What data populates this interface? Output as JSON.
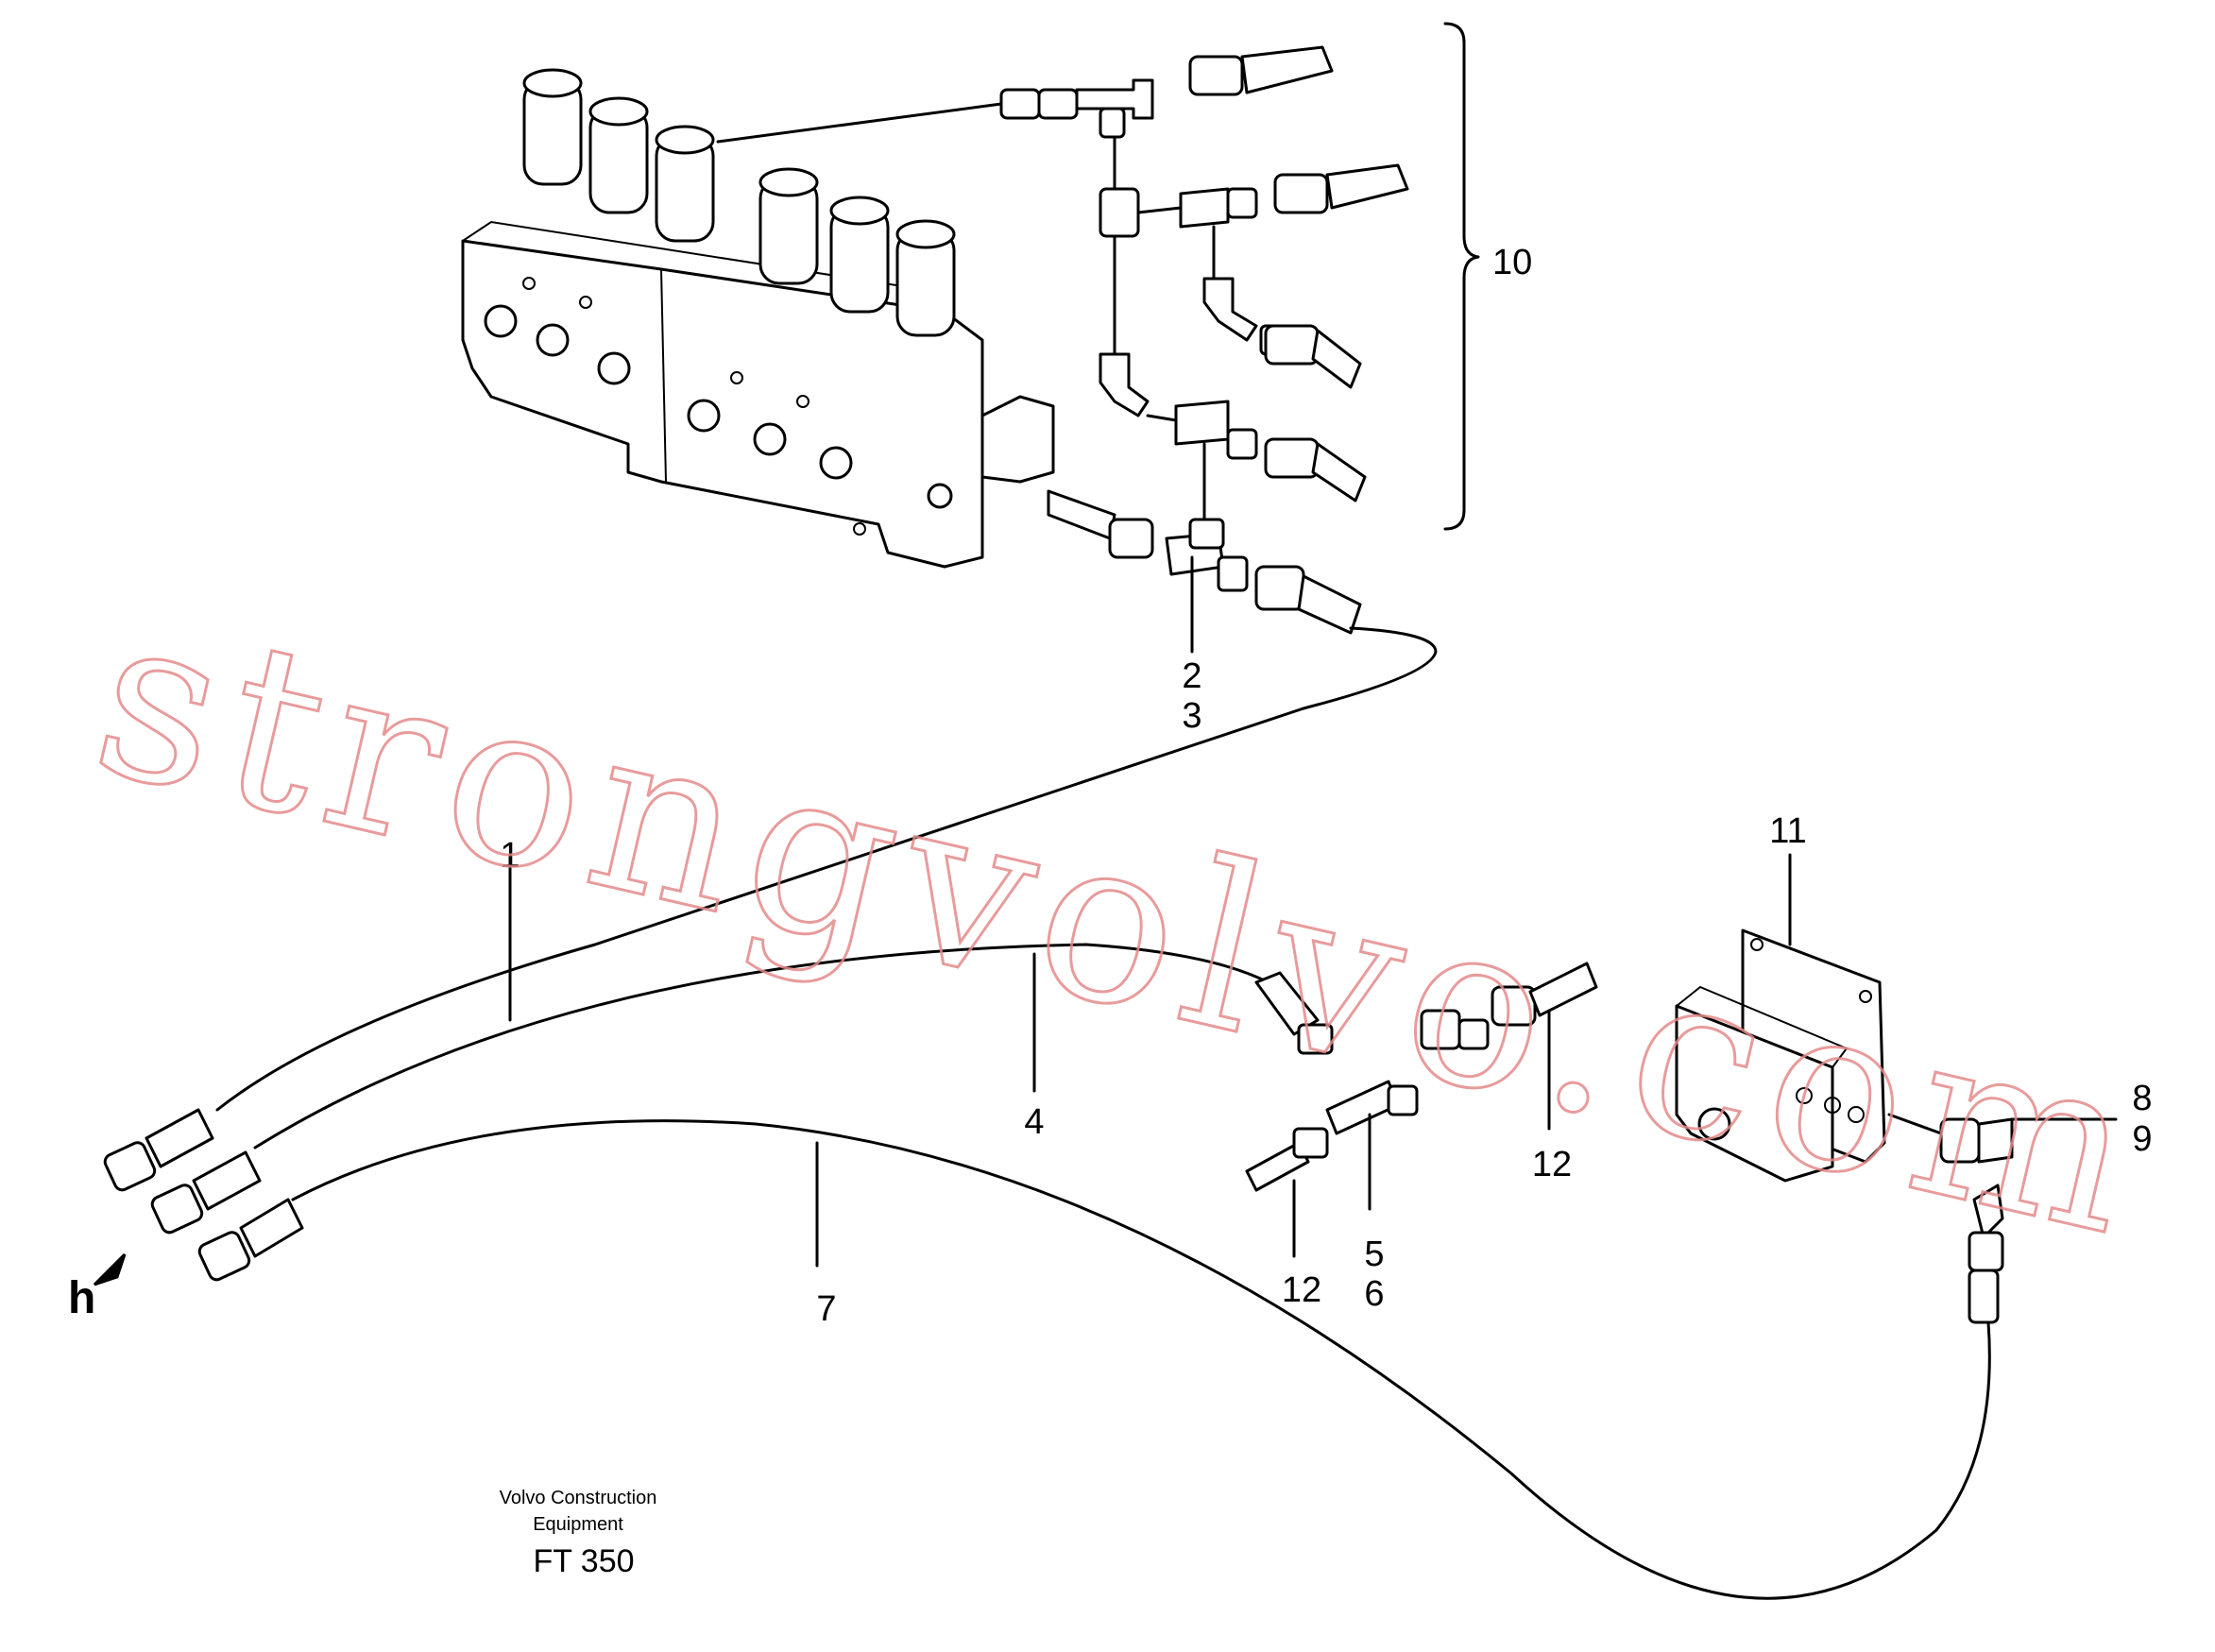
{
  "callouts": [
    {
      "id": "c1",
      "text": "1"
    },
    {
      "id": "c2",
      "text": "2"
    },
    {
      "id": "c3",
      "text": "3"
    },
    {
      "id": "c4",
      "text": "4"
    },
    {
      "id": "c5",
      "text": "5"
    },
    {
      "id": "c6",
      "text": "6"
    },
    {
      "id": "c7",
      "text": "7"
    },
    {
      "id": "c8",
      "text": "8"
    },
    {
      "id": "c9",
      "text": "9"
    },
    {
      "id": "c10",
      "text": "10"
    },
    {
      "id": "c11",
      "text": "11"
    },
    {
      "id": "c12a",
      "text": "12"
    },
    {
      "id": "c12b",
      "text": "12"
    }
  ],
  "view_marker": "h",
  "footer": {
    "line1": "Volvo Construction",
    "line2": "Equipment",
    "code": "FT 350"
  },
  "watermark": "strongvolvo.com"
}
